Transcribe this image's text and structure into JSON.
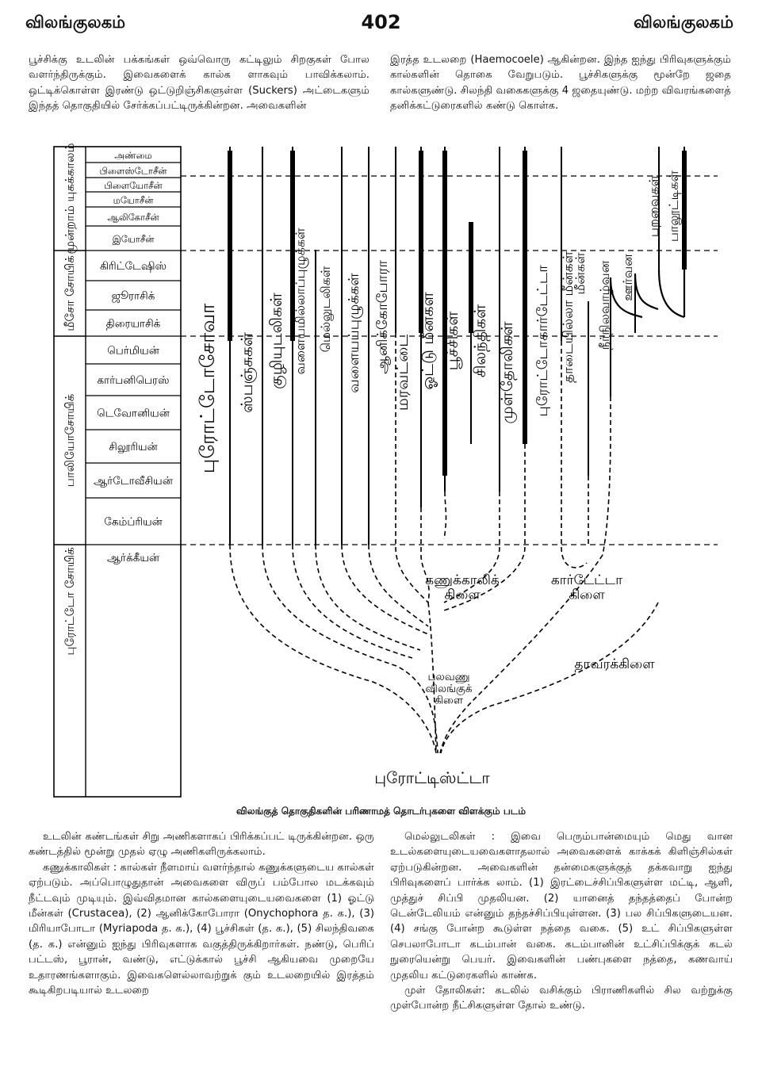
{
  "header": {
    "left": "விலங்குலகம்",
    "page_number": "402",
    "right": "விலங்குலகம்"
  },
  "top_left_text": "பூச்சிக்கு உடலின் பக்கங்கள் ஒவ்வொரு கட்டிலும் சிறகுகள் போல வளர்ந்திருக்கும். இவைகளைக் கால்க ளாகவும் பாவிக்கலாம். ஒட்டிக்கொள்ள இரண்டு ஒட்டுறிஞ்சிகளுள்ள (Suckers) அட்டைகளும் இந்தத் தொகுதியில் சேர்க்கப்பட்டிருக்கின்றன. அவைகளின்",
  "top_right_text": "இரத்த உடலறை (Haemocoele) ஆகின்றன. இந்த ஐந்து பிரிவுகளுக்கும் கால்களின் தொகை வேறுபடும். பூச்சிகளுக்கு மூன்றே ஜதை கால்களுண்டு. சிலந்தி வகைகளுக்கு 4 ஜதையுண்டு. மற்ற விவரங்களைத் தனிக்கட்டுரைகளில் கண்டு கொள்க.",
  "diagram": {
    "eras": [
      "மூன்றாம் யுகக்காலம்",
      "மீசோ சோயிக்",
      "பாலியோசோயிக்",
      "புரோட்டோ சோயிக்"
    ],
    "periods": [
      "அண்மை",
      "பிளைஸ்டோசீன்",
      "பிளையோசீன்",
      "மயோசீன்",
      "ஆலிகோசீன்",
      "இயோசீன்",
      "கிரிட்டேஷிஸ்",
      "ஜூராசிக்",
      "திரையாசிக்",
      "பெர்மியன்",
      "கார்பனிபெரஸ்",
      "டெவோனியன்",
      "சிலூரியன்",
      "ஆர்டோவீசியன்",
      "கேம்ப்ரியன்",
      "ஆர்க்கீயன்"
    ],
    "lineages": [
      "புரோட்டோசோவா",
      "ஸ்பஞ்சுகள்",
      "குழியுடலிகள்",
      "வளையமில்லாப்புழுக்கள்",
      "மெல்லுடலிகள்",
      "வளையப்புழுக்கள்",
      "ஆனிக்கோபோரா",
      "மரவட்டை",
      "ஓட்டு மீன்கள்",
      "பூச்சிகள்",
      "சிலந்திகள்",
      "முள்தோலிகள்",
      "புரோட்டோகார்டேட்டா",
      "தாடையில்லா மீன்கள்",
      "மீன்கள்",
      "நீர்நிலவாழ்வன",
      "ஊர்வன",
      "பறவைகள்",
      "பாலூட்டிகள்"
    ],
    "group_labels": {
      "arthropoda": "கணுக்காலிக் கிளை",
      "chordata": "கார்டேட்டா கிளை",
      "metazoa": "பலவணு விலங்குக் கிளை",
      "plants": "தாவரக்கிளை",
      "root": "புரோட்டிஸ்ட்டா"
    }
  },
  "caption": "விலங்குத் தொகுதிகளின் பரிணாமத் தொடர்புகளை விளக்கும் படம்",
  "bottom_left": [
    "உடலின் கண்டங்கள் சிறு அணிகளாகப் பிரிக்கப்பட் டிருக்கின்றன. ஒரு கண்டத்தில் மூன்று முதல் ஏழு அணிகளிருக்கலாம்.",
    "கணுக்காலிகள் : கால்கள் நீளமாய் வளர்ந்தால் கணுக்களுடைய கால்கள் ஏற்படும். அப்பொழுதுதான் அவைகளை விருப் பம்போல மடக்கவும் நீட்டவும் முடியும். இவ்விதமான கால்களையுடையவைகளை (1) ஓட்டு மீன்கள் (Crustacea), (2) ஆனிக்கோபோரா (Onychophora த. க.), (3) மிரியாபோடா (Myriapoda த. க.), (4) பூச்சிகள் (த. க.), (5) சிலந்திவகை (த. க.) என்னும் ஐந்து பிரிவுகளாக வகுத்திருக்கிறார்கள். நண்டு, பெரிப் பட்டஸ், பூரான், வண்டு, எட்டுக்கால் பூச்சி ஆகியவை முறையே உதாரணங்களாகும். இவைகளெல்லாவற்றுக் கும் உடலறையில் இரத்தம் கூடிகிறபடியால் உடலறை"
  ],
  "bottom_right": [
    "மெல்லுடலிகள் : இவை பெரும்பான்மையும் மெது வான உடல்களையுடையவைகளாதலால் அவைகளைக் காக்கக் கிளிஞ்சில்கள் ஏற்படுகின்றன. அவைகளின் தன்மைகளுக்குத் தக்கவாறு ஐந்து பிரிவுகளைப் பார்க்க லாம். (1) இரட்டைச்சிப்பிகளுள்ள மட்டி, ஆளி, முத்துச் சிப்பி முதலியன. (2) யானைத் தந்தத்தைப் போன்ற டென்டேலியம் என்னும் தந்தச்சிப்பியுள்ளன. (3) பல சிப்பிகளுடையன. (4) சங்கு போன்ற கூடுள்ள நத்தை வகை. (5) உட் சிப்பிகளுள்ள செபலாபோடா கடம்பான் வகை. கடம்பானின் உட்சிப்பிக்குக் கடல் நுரையென்று பெயர். இவைகளின் பண்புகளை நத்தை, கணவாய் முதலிய கட்டுரைகளில் காண்க.",
    "முள் தோலிகள்: கடலில் வசிக்கும் பிராணிகளில் சில வற்றுக்கு முள்போன்ற நீட்சிகளுள்ள தோல் உண்டு."
  ]
}
